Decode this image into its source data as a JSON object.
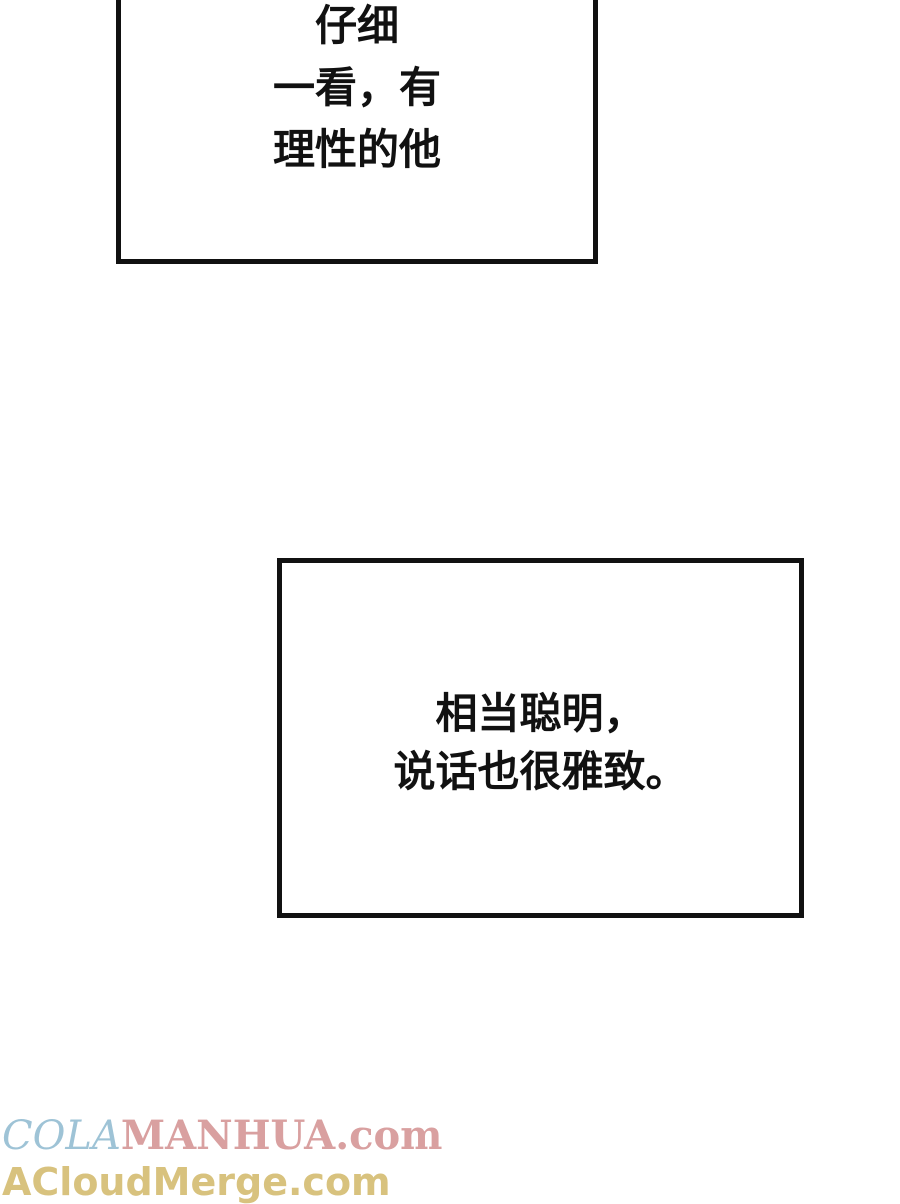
{
  "panels": [
    {
      "lines": [
        "仔细",
        "一看，有",
        "理性的他"
      ]
    },
    {
      "lines": [
        "相当聪明，",
        "说话也很雅致。"
      ]
    }
  ],
  "watermark": {
    "line1_part1": "COLA",
    "line1_part2": "MANHUA.com",
    "line2": "ACloudMerge.com",
    "colors": {
      "cola": "#9ec3d6",
      "manhua": "#d9a0a0",
      "acloud": "#d8c27e"
    }
  }
}
